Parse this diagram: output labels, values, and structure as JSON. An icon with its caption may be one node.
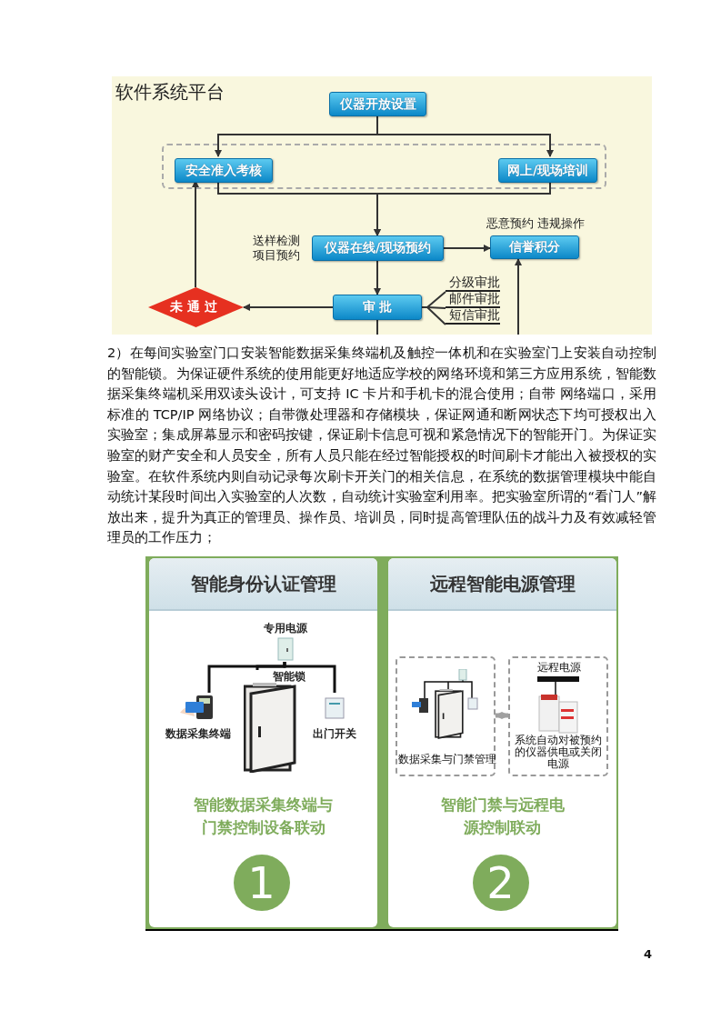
{
  "diagram": {
    "title": "软件系统平台",
    "nodes": [
      {
        "text": [
          "仪器开放设置"
        ]
      },
      {
        "text": [],
        "shape": "box"
      },
      {
        "text": [
          "安全准入考核"
        ],
        "in": 1
      },
      {
        "text": [
          "网上/现场培训"
        ],
        "in": 1
      },
      {
        "text": [
          "仪器在线/现场预约"
        ],
        "beside": [
          "送样检测项目预约"
        ]
      },
      {
        "text": [
          "信誉积分"
        ],
        "beside": [
          "恶意预约 违规操作"
        ]
      },
      {
        "text": [
          "审 批"
        ]
      },
      {
        "text": [
          "未通过"
        ]
      },
      {
        "text": [
          "分级审批"
        ]
      },
      {
        "text": [
          "邮件审批"
        ]
      },
      {
        "text": [
          "短信审批"
        ]
      },
      {
        "text": [
          "智能身份认证管理",
          "智能数据采集终端与门禁控制设备联动",
          "1"
        ]
      },
      {
        "text": [
          "专用电源"
        ],
        "in": 11
      },
      {
        "text": [
          "智能锁"
        ],
        "in": 11
      },
      {
        "text": [
          "数据采集终端"
        ],
        "in": 11
      },
      {
        "text": [
          "出门开关"
        ],
        "in": 11
      },
      {
        "text": [
          "远程智能电源管理",
          "智能门禁与远程电源控制联动",
          "2"
        ]
      },
      {
        "text": [
          "数据采集与门禁管理"
        ],
        "in": 16
      },
      {
        "text": [
          "远程电源",
          "系统自动对被预约的仪器供电或关闭电源"
        ],
        "in": 16
      }
    ],
    "edges": [
      {
        "from": 0,
        "to": 2,
        "arrow": "to"
      },
      {
        "from": 0,
        "to": 3,
        "arrow": "to"
      },
      {
        "from": 2,
        "to": 4,
        "arrow": "to"
      },
      {
        "from": 3,
        "to": 4,
        "arrow": "to"
      },
      {
        "from": 4,
        "to": 5,
        "arrow": "to"
      },
      {
        "from": 4,
        "to": 6,
        "arrow": "to"
      },
      {
        "from": 6,
        "to": 7,
        "arrow": "to"
      },
      {
        "from": 7,
        "to": 2,
        "arrow": "to"
      },
      {
        "from": 6,
        "to": 8,
        "arrow": "none"
      },
      {
        "from": 6,
        "to": 9,
        "arrow": "none"
      },
      {
        "from": 6,
        "to": 10,
        "arrow": "none"
      },
      {
        "from": null,
        "to": 5,
        "arrow": "to"
      },
      {
        "from": 6,
        "to": null,
        "arrow": "none"
      },
      {
        "from": 12,
        "to": 13,
        "arrow": "none"
      },
      {
        "from": 12,
        "to": 14,
        "arrow": "none"
      },
      {
        "from": 12,
        "to": 15,
        "arrow": "none"
      },
      {
        "from": 17,
        "to": 18,
        "arrow": "both",
        "style": "thick",
        "color": "#a0a0a0"
      }
    ],
    "labels": [
      "2）在每间实验室门口安装智能数据采集终端机及触控一体机和在实验室门上安装自动控制的智能锁。为保证硬件系统的使用能更好地适应学校的网络环境和第三方应用系统，智能数据采集终端机采用双读头设计，可支持 IC 卡片和手机卡的混合使用；自带 网络端口，采用标准的 TCP/IP 网络协议；自带微处理器和存储模块，保证网通和断网状态下均可授权出入实验室；集成屏幕显示和密码按键，保证刷卡信息可视和紧急情况下的智能开门。为保证实验室的财产安全和人员安全，所有人员只能在经过智能授权的时间刷卡才能出入被授权的实验室。在软件系统内则自动记录每次刷卡开关门的相关信息，在系统的数据管理模块中能自动统计某段时间出入实验室的人次数，自动统计实验室利用率。把实验室所谓的“看门人”解放出来，提升为真正的管理员、操作员、培训员，同时提高管理队伍的战斗力及有效减轻管理员的工作压力；",
      "4"
    ]
  }
}
